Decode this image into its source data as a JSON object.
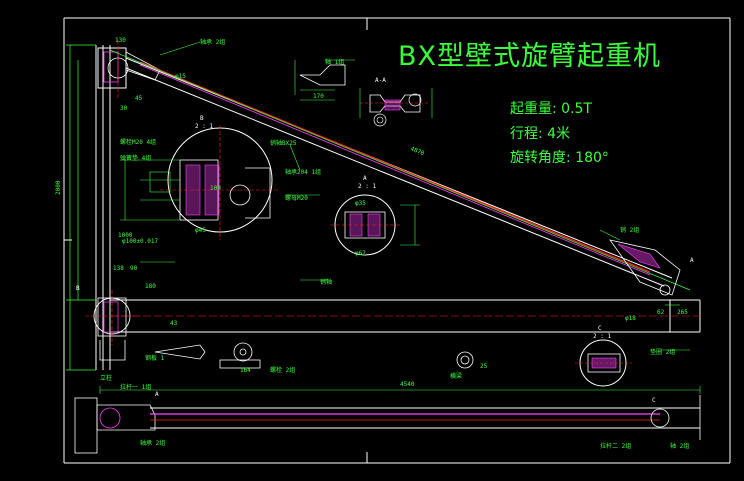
{
  "drawing": {
    "title": "BX型壁式旋臂起重机",
    "specs": [
      "起重量: 0.5T",
      "行程: 4米",
      "旋转角度: 180°"
    ]
  },
  "colors": {
    "background": "#000000",
    "green": "#3cff3c",
    "white": "#ffffff",
    "magenta": "#ff40ff",
    "red": "#ff2020",
    "yellow": "#ffff40",
    "cyan": "#40ffff"
  },
  "dims": {
    "top_130": "130",
    "top_170": "170",
    "total_4870": "4870",
    "width_4540": "4540",
    "height_2000": "2000",
    "dim_1000": "1000",
    "dim_180": "180",
    "dim_138": "138",
    "dim_90": "90",
    "dim_265": "265",
    "dim_62": "62",
    "dim_164": "164",
    "dim_25": "25",
    "dim_43": "43",
    "dim_100": "100"
  },
  "views": {
    "b_label": "B",
    "b_scale": "2 : 1",
    "a_label": "A",
    "a_scale": "2 : 1",
    "c_label": "C",
    "c_scale": "2 : 1",
    "aa_label": "A-A",
    "b_bottom": "B",
    "a_bottom": "A",
    "c_bottom": "C",
    "side_label": "A"
  },
  "callouts": {
    "c1": "轴承 2组",
    "c2": "轴 1组",
    "c3": "螺栓M20 4组",
    "c4": "弹簧垫 4组",
    "c5": "销轴BX25",
    "c6": "轴承204 1组",
    "c7": "螺母M20",
    "c8": "销轴",
    "c9": "拉杆一 1组",
    "c10": "拉杆二 2组",
    "c11": "立柱",
    "c12": "销 2组",
    "c13": "垫圈 2组",
    "c14": "横梁",
    "c15": "钢板 1",
    "c16": "轴承 2组",
    "c17": "轴 2组",
    "c18": "螺栓 2组",
    "c19": "φ100±0.017",
    "c20": "φ35",
    "c21": "φ62",
    "c22": "φ45",
    "c23": "φ15",
    "c24": "φ18",
    "c25": "30",
    "c26": "45"
  }
}
